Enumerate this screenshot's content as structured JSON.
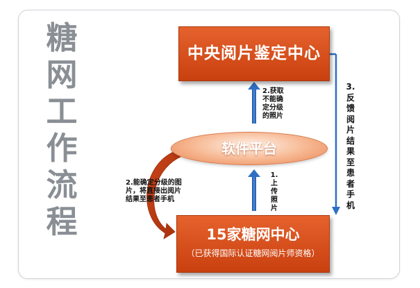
{
  "side_title": [
    "糖",
    "网",
    "工",
    "作",
    "流",
    "程"
  ],
  "nodes": {
    "center": "中央阅片鉴定中心",
    "platform": "软件平台",
    "local_center": "15家糖网中心",
    "local_center_note": "（已获得国际认证糖网阅片师资格）"
  },
  "steps": {
    "upload": [
      "1.",
      "上",
      "传",
      "照",
      "片"
    ],
    "uncertain": [
      "2.获取",
      "不能确",
      "定分级",
      "的照片"
    ],
    "certain": [
      "2.能确定分级的图",
      "片，将直接出阅片",
      "结果至患者手机"
    ],
    "feedback": [
      "3.",
      "反",
      "馈",
      "阅",
      "片",
      "结",
      "果",
      "至",
      "患",
      "者",
      "手",
      "机"
    ]
  },
  "colors": {
    "box": "#d9521d",
    "ellipse": "#f4a87c",
    "arrow_blue": "#2e6fc4",
    "arrow_curve": "#c4421a",
    "title_gray": "#8a8f95"
  }
}
